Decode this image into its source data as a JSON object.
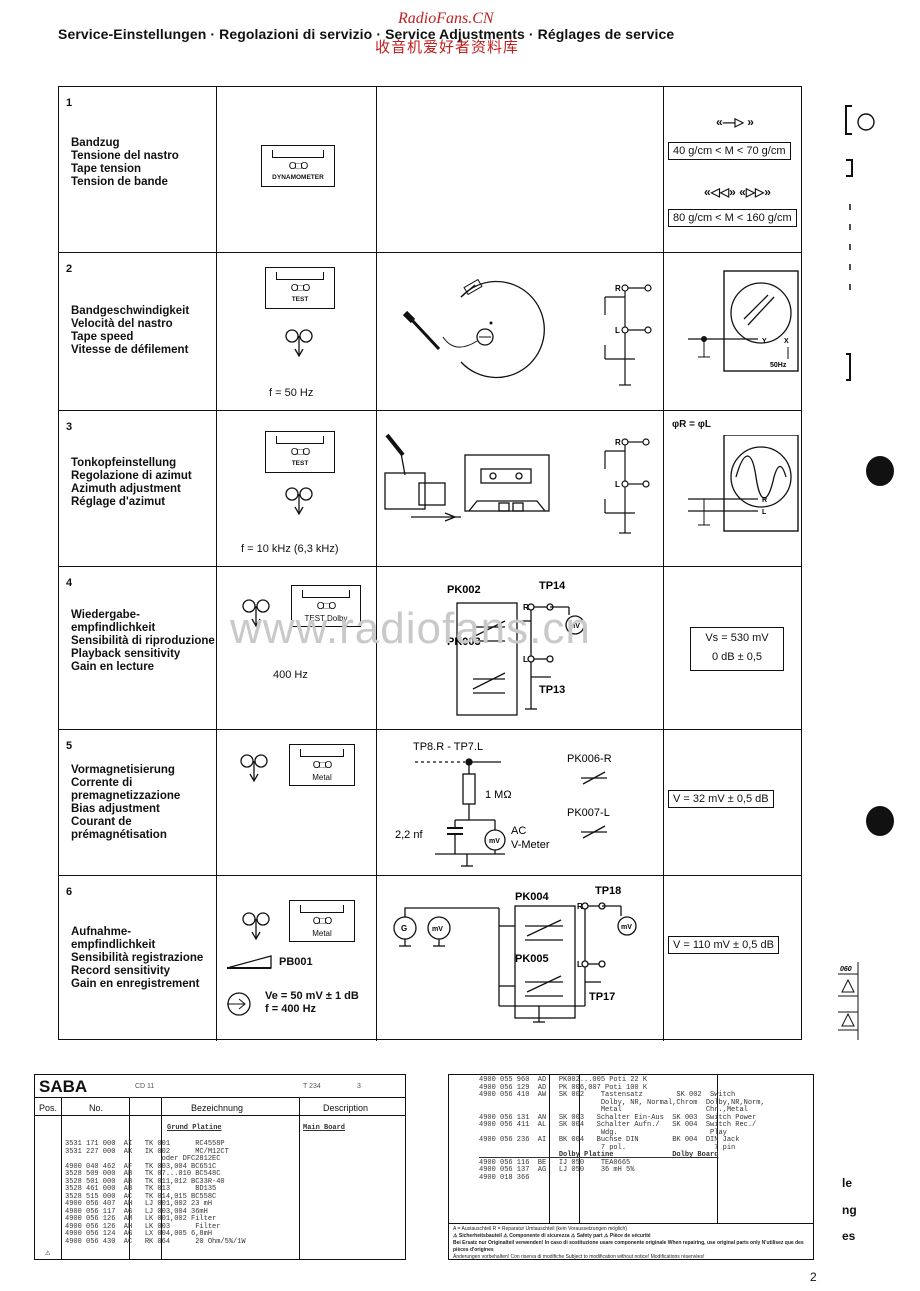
{
  "header": "Service-Einstellungen · Regolazioni di servizio · Service Adjustments · Réglages de service",
  "watermark": {
    "brand": "RadioFans.CN",
    "chinese": "收音机爱好者资料库",
    "center": "www.radiofans.cn"
  },
  "rows": [
    {
      "number": "1",
      "labels": [
        "Bandzug",
        "Tensione del nastro",
        "Tape tension",
        "Tension de bande"
      ],
      "cassette_label": "DYNAMOMETER",
      "play_symbol": "«—▷ »",
      "range1": "40 g/cm < M < 70 g/cm",
      "ff_symbol": "«◁◁» «▷▷»",
      "range2": "80 g/cm < M < 160 g/cm"
    },
    {
      "number": "2",
      "labels": [
        "Bandgeschwindigkeit",
        "Velocità del nastro",
        "Tape speed",
        "Vitesse de défilement"
      ],
      "cassette_label": "TEST",
      "freq": "f = 50 Hz",
      "r_label": "R",
      "l_label": "L",
      "y_label": "Y",
      "x_label": "X",
      "scope_freq": "50Hz"
    },
    {
      "number": "3",
      "labels": [
        "Tonkopfeinstellung",
        "Regolazione di azimut",
        "Azimuth adjustment",
        "Réglage d'azimut"
      ],
      "cassette_label": "TEST",
      "freq": "f = 10 kHz (6,3 kHz)",
      "phase": "φR = φL",
      "r_label": "R",
      "l_label": "L"
    },
    {
      "number": "4",
      "labels": [
        "Wiedergabe-",
        "empfindlichkeit",
        "Sensibilità di riproduzione",
        "Playback sensitivity",
        "Gain en lecture"
      ],
      "cassette_label": "TEST Dolby",
      "freq": "400 Hz",
      "pk_top": "PK002",
      "pk_bottom": "PK003",
      "tp_top": "TP14",
      "tp_bottom": "TP13",
      "r_label": "R",
      "l_label": "L",
      "meter": "mV",
      "vs": "Vs = 530 mV",
      "db": "0 dB ± 0,5"
    },
    {
      "number": "5",
      "labels": [
        "Vormagnetisierung",
        "Corrente di",
        "premagnetizzazione",
        "Bias adjustment",
        "Courant de",
        "prémagnétisation"
      ],
      "cassette_label": "Metal",
      "tp": "TP8.R - TP7.L",
      "resistor": "1 MΩ",
      "cap": "2,2 nf",
      "meter_label": [
        "AC",
        "V-Meter"
      ],
      "meter": "mV",
      "pk_top": "PK006-R",
      "pk_bottom": "PK007-L",
      "value": "V = 32 mV ± 0,5 dB"
    },
    {
      "number": "6",
      "labels": [
        "Aufnahme-",
        "empfindlichkeit",
        "Sensibilità registrazione",
        "Record sensitivity",
        "Gain en enregistrement"
      ],
      "cassette_label": "Metal",
      "pb": "PB001",
      "ve": "Ve = 50 mV ± 1 dB",
      "freq": "f = 400 Hz",
      "pk_top": "PK004",
      "pk_bottom": "PK005",
      "tp_top": "TP18",
      "tp_bottom": "TP17",
      "r_label": "R",
      "l_label": "L",
      "gen": "G",
      "meter": "mV",
      "value": "V = 110 mV ± 0,5 dB"
    }
  ],
  "parts_left": {
    "logo": "SABA",
    "model": "CD 11",
    "code": "T 234",
    "page": "3",
    "columns": [
      "Pos.",
      "No.",
      "Bezeichnung",
      "Description"
    ],
    "section_de": "Grund Platine",
    "section_en": "Main Board",
    "lines": [
      "3531 171 000  AI   TK 001      RC4558P",
      "3531 227 000  AK   IK 002      MC/M12CT",
      "                       oder DFC2812EC",
      "4900 040 462  AF   TK 003,004 BC651C",
      "3528 509 000  AB   TK 07...010 BC548C",
      "3528 501 000  AB   TK 011,012 BC33R-40",
      "3528 461 000  AB   TK 013      BD135",
      "3528 515 000  AC   TK 014,015 BC558C",
      "4900 056 407  AH   LJ 001,002 23 mH",
      "4900 056 117  AG   LJ 003,004 36mH",
      "4900 056 126  AM   LK 001,002 Filter",
      "4900 056 126  AH   LK 003      Filter",
      "4900 056 124  AG   LX 004,005 6,8mH",
      "4900 056 430  AC   RK 064      20 Ohm/5%/1W"
    ]
  },
  "parts_right": {
    "lines": [
      "4900 055 960  AD   PK002...005 Poti 22 K",
      "4900 056 129  AD   PK 006,007 Poti 100 K",
      "4900 056 410  AW   SK 002    Tastensatz        SK 002  Switch",
      "                             Dolby, NR, Normal,Chrom  Dolby,NR,Norm,",
      "                             Metal                    Chr.,Metal",
      "4900 056 131  AN   SK 003   Schalter Ein-Aus  SK 003  Switch Power",
      "4900 056 411  AL   SK 004   Schalter Aufn./   SK 004  Switch Rec./",
      "                             Wdg.                      Play",
      "4900 056 236  AI   BK 004   Buchse DIN        BK 004  DIN Jack",
      "                             7 pol.                     7 pin",
      "",
      "                   Dolby Platine              Dolby Board",
      "",
      "4900 056 116  BE   IJ 050    TEA0665",
      "4900 056 137  AG   LJ 050    36 mH 5%",
      "",
      "4900 018 366"
    ],
    "footer": [
      "A = Austauschteil     R = Reparatur Umtauschteil (kein Voraussetzungen möglich)",
      "⚠ Sicherheitsbauteil  ⚠ Componente di sicurezza  ⚠ Safety part  ⚠ Pièce de sécurité",
      "Bei Ersatz nur Originalteil verwenden!  In caso di sostituzione usare componente originale  When repairing, use original parts only  N'utilisez que des pièces d'origines",
      "Änderungen vorbehalten!  Con riserva di modifiche  Subject to modification without notice!  Modifications réservées!"
    ]
  },
  "margin": {
    "right_text": [
      "le",
      "ng",
      "es"
    ],
    "code": "060"
  },
  "page_number": "2"
}
